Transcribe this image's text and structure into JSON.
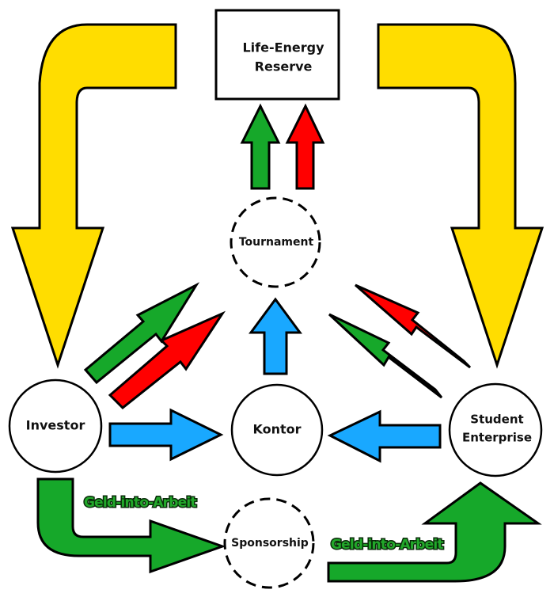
{
  "colors": {
    "yellow": "#FFDD00",
    "green": "#16A82A",
    "red": "#FF0000",
    "blue": "#19A8FF",
    "outline": "#000000"
  },
  "nodes": {
    "reserve": {
      "line1": "Life-Energy",
      "line2": "Reserve"
    },
    "tournament": {
      "label": "Tournament"
    },
    "investor": {
      "label": "Investor"
    },
    "kontor": {
      "label": "Kontor"
    },
    "student": {
      "line1": "Student",
      "line2": "Enterprise"
    },
    "sponsorship": {
      "label": "Sponsorship"
    }
  },
  "edge_labels": {
    "left": "Geld-into-Arbeit",
    "right": "Geld-into-Arbeit"
  },
  "edges": [
    {
      "from": "reserve",
      "to": "investor",
      "color": "yellow"
    },
    {
      "from": "reserve",
      "to": "student",
      "color": "yellow"
    },
    {
      "from": "tournament",
      "to": "reserve",
      "color": "green"
    },
    {
      "from": "tournament",
      "to": "reserve",
      "color": "red"
    },
    {
      "from": "investor",
      "to": "tournament",
      "color": "green"
    },
    {
      "from": "investor",
      "to": "tournament",
      "color": "red"
    },
    {
      "from": "student",
      "to": "tournament",
      "color": "green"
    },
    {
      "from": "student",
      "to": "tournament",
      "color": "red"
    },
    {
      "from": "kontor",
      "to": "tournament",
      "color": "blue"
    },
    {
      "from": "investor",
      "to": "kontor",
      "color": "blue"
    },
    {
      "from": "student",
      "to": "kontor",
      "color": "blue"
    },
    {
      "from": "investor",
      "to": "sponsorship",
      "color": "green",
      "label": "Geld-into-Arbeit"
    },
    {
      "from": "sponsorship",
      "to": "student",
      "color": "green",
      "label": "Geld-into-Arbeit"
    }
  ]
}
